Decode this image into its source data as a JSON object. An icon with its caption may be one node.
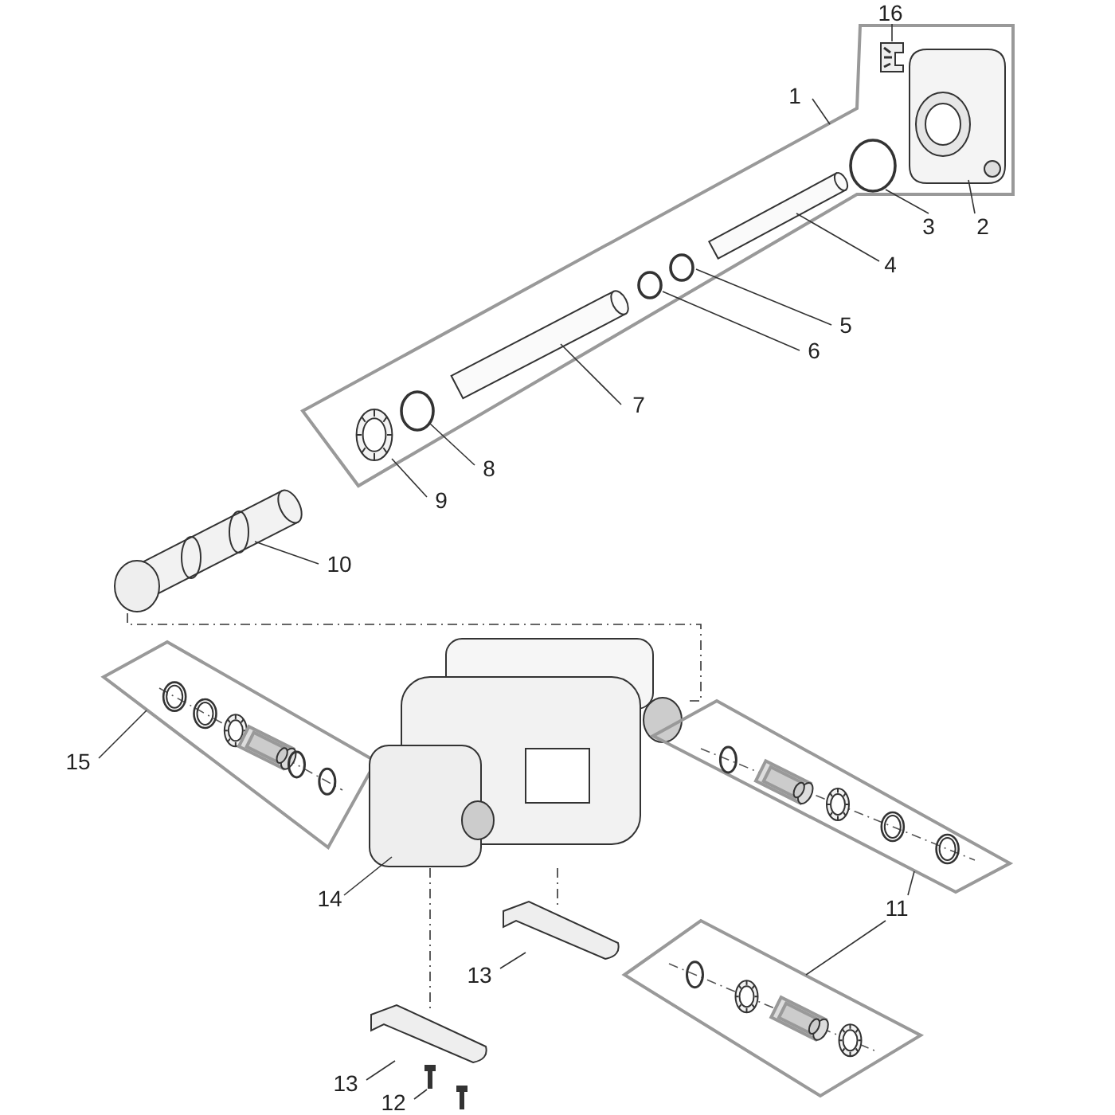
{
  "diagram": {
    "nodes": [
      {
        "text": [
          "16"
        ]
      },
      {
        "text": [
          "1"
        ]
      },
      {
        "text": [
          "3"
        ]
      },
      {
        "text": [
          "2"
        ]
      },
      {
        "text": [
          "4"
        ]
      },
      {
        "text": [
          "5"
        ]
      },
      {
        "text": [
          "6"
        ]
      },
      {
        "text": [
          "7"
        ]
      },
      {
        "text": [
          "8"
        ]
      },
      {
        "text": [
          "9"
        ]
      },
      {
        "text": [
          "10"
        ]
      },
      {
        "text": [
          "15"
        ]
      },
      {
        "text": [
          "14"
        ]
      },
      {
        "text": [
          "11"
        ]
      },
      {
        "text": [
          "13"
        ]
      },
      {
        "text": [
          "13"
        ]
      },
      {
        "text": [
          "12"
        ]
      },
      {
        "text": [],
        "shape": "box"
      },
      {
        "text": [],
        "shape": "picture",
        "in": 17
      },
      {
        "text": [],
        "shape": "picture",
        "in": 17
      },
      {
        "text": [],
        "shape": "circle",
        "in": 17
      },
      {
        "text": [],
        "shape": "picture",
        "in": 17
      },
      {
        "text": [],
        "shape": "circle",
        "in": 17
      },
      {
        "text": [],
        "shape": "circle",
        "in": 17
      },
      {
        "text": [],
        "shape": "picture",
        "in": 17
      },
      {
        "text": [],
        "shape": "circle",
        "in": 17
      },
      {
        "text": [],
        "shape": "picture",
        "in": 17
      },
      {
        "text": [],
        "shape": "picture"
      },
      {
        "text": [],
        "shape": "box"
      },
      {
        "text": [],
        "shape": "picture"
      },
      {
        "text": [],
        "shape": "box"
      },
      {
        "text": [],
        "shape": "box"
      },
      {
        "text": [],
        "shape": "picture"
      },
      {
        "text": [],
        "shape": "picture"
      },
      {
        "text": [],
        "shape": "picture"
      }
    ],
    "edges": [
      {
        "from": 0,
        "to": 18,
        "arrow": "none"
      },
      {
        "from": 1,
        "to": 17,
        "arrow": "none"
      },
      {
        "from": 2,
        "to": 20,
        "arrow": "none"
      },
      {
        "from": 3,
        "to": 19,
        "arrow": "none"
      },
      {
        "from": 4,
        "to": 21,
        "arrow": "none"
      },
      {
        "from": 5,
        "to": 22,
        "arrow": "none"
      },
      {
        "from": 6,
        "to": 23,
        "arrow": "none"
      },
      {
        "from": 7,
        "to": 24,
        "arrow": "none"
      },
      {
        "from": 8,
        "to": 25,
        "arrow": "none"
      },
      {
        "from": 9,
        "to": 26,
        "arrow": "none"
      },
      {
        "from": 10,
        "to": 27,
        "arrow": "none"
      },
      {
        "from": 11,
        "to": 28,
        "arrow": "none"
      },
      {
        "from": 12,
        "to": 29,
        "arrow": "none"
      },
      {
        "from": 13,
        "to": 30,
        "arrow": "none"
      },
      {
        "from": 13,
        "to": 31,
        "arrow": "none"
      },
      {
        "from": 14,
        "to": 32,
        "arrow": "none"
      },
      {
        "from": 15,
        "to": 33,
        "arrow": "none"
      },
      {
        "from": 16,
        "to": 34,
        "arrow": "none"
      },
      {
        "from": 27,
        "to": 29,
        "arrow": "none",
        "style": "dashed"
      },
      {
        "from": 29,
        "to": 32,
        "arrow": "none",
        "style": "dashed"
      },
      {
        "from": 29,
        "to": 33,
        "arrow": "none",
        "style": "dashed"
      }
    ]
  }
}
